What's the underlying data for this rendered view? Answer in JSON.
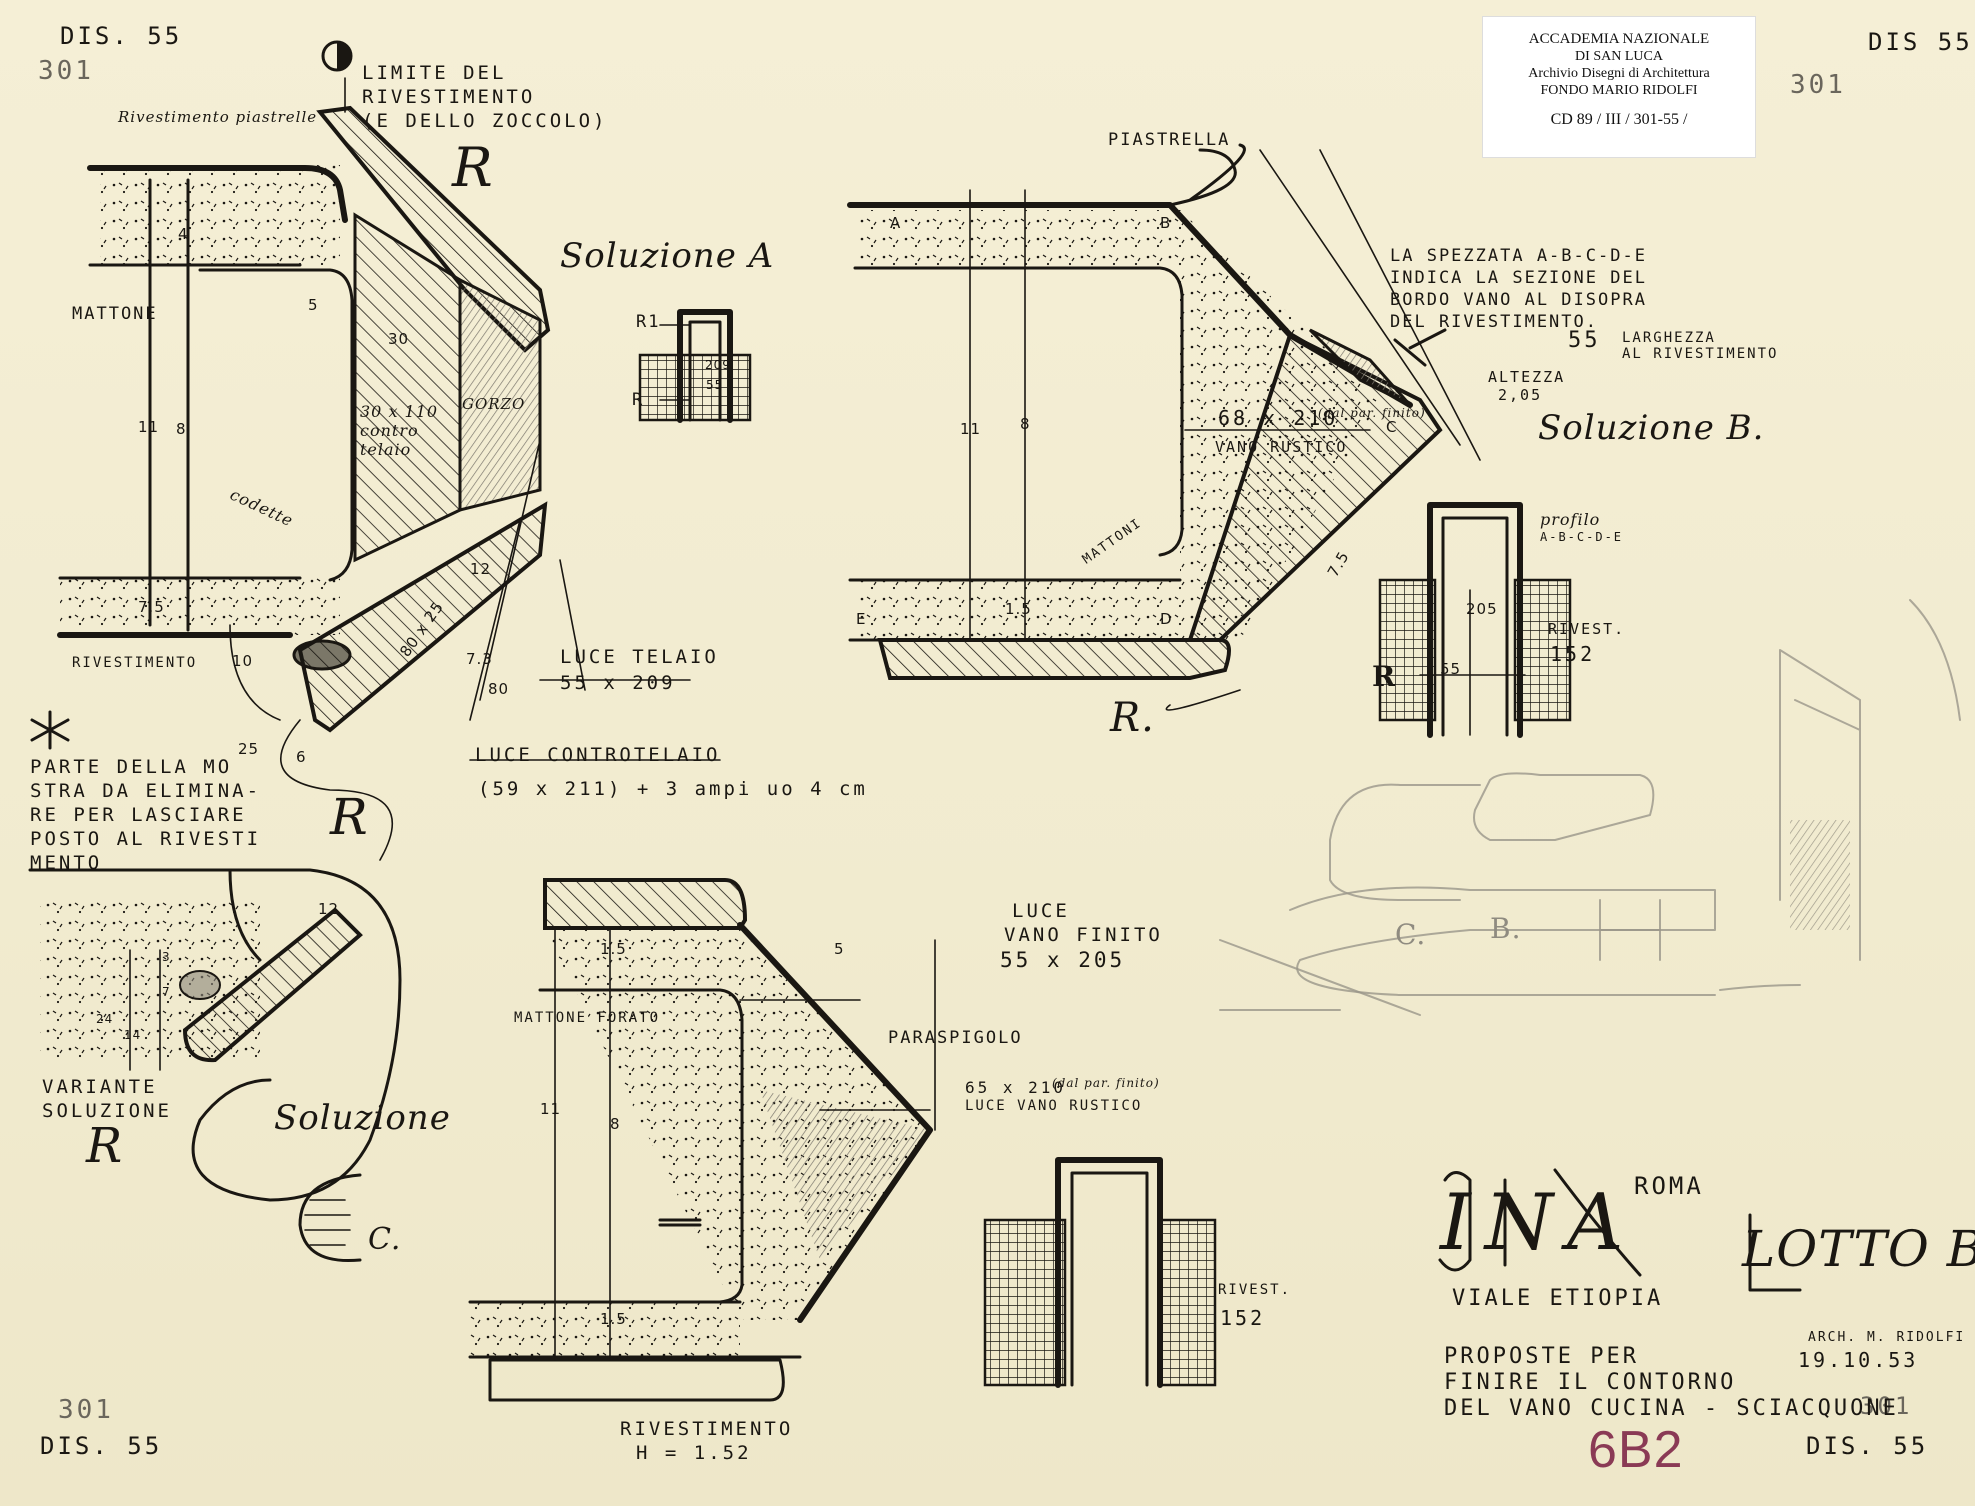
{
  "stamp": {
    "line1": "ACCADEMIA NAZIONALE",
    "line2": "DI SAN LUCA",
    "line3": "Archivio Disegni di Architettura",
    "line4": "FONDO MARIO RIDOLFI",
    "catalog": "CD 89 / III / 301-55 /"
  },
  "sheet_refs": {
    "top_left_dis": "DIS. 55",
    "top_left_num": "301",
    "top_right_num": "301",
    "top_right_dis": "DIS 55",
    "bottom_left_num": "301",
    "bottom_left_dis": "DIS. 55",
    "bottom_right_num": "301",
    "bottom_right_dis": "DIS. 55",
    "archive_code": "6B2"
  },
  "solution_r": {
    "limite_line1": "LIMITE DEL",
    "limite_line2": "RIVESTIMENTO",
    "limite_line3": "(E DELLO ZOCCOLO)",
    "rivestimento_piastrelle": "Rivestimento piastrelle",
    "mattone": "MATTONE",
    "controtelaio": "30 x 110 contro telaio",
    "gorzo": "GORZO",
    "codette": "codette",
    "rivestimento": "RIVESTIMENTO",
    "luce_telaio_label": "LUCE TELAIO",
    "luce_telaio_value": "55 x 209",
    "luce_controtelaio_label": "LUCE CONTROTELAIO",
    "luce_controtelaio_value": "(59 x 211) + 3 ampi uo 4 cm",
    "dim_4": "4",
    "dim_5": "5",
    "dim_30": "30",
    "dim_11": "11",
    "dim_8": "8",
    "dim_75": "7.5",
    "dim_10": "10",
    "dim_25": "25",
    "dim_6": "6",
    "dim_73": "7.3",
    "dim_80": "80",
    "dim_12": "12",
    "dim_80x25": "80 x 25",
    "mark_r": "R"
  },
  "note_eliminare": {
    "line1": "PARTE DELLA MO",
    "line2": "STRA DA ELIMINA-",
    "line3": "RE PER LASCIARE",
    "line4": "POSTO AL RIVESTI",
    "line5": "MENTO"
  },
  "solution_a": {
    "title": "Soluzione A",
    "r1": "R1",
    "r": "R",
    "dim_209": "209",
    "dim_55": "55"
  },
  "solution_b": {
    "title": "Soluzione B.",
    "piastrella": "PIASTRELLA",
    "pt_a": "A",
    "pt_b": "B",
    "pt_c": "C",
    "pt_d": "D",
    "pt_e": "E",
    "note_line1": "LA SPEZZATA A-B-C-D-E",
    "note_line2": "INDICA LA SEZIONE DEL",
    "note_line3": "BORDO VANO AL DISOPRA",
    "note_line4": "DEL RIVESTIMENTO.",
    "larghezza_value": "55",
    "larghezza_label1": "LARGHEZZA",
    "larghezza_label2": "AL RIVESTIMENTO",
    "altezza_line1": "ALTEZZA",
    "altezza_line2": "2,05",
    "vano_size": "68 x 210",
    "vano_note": "(dal par. finito)",
    "vano_rustico": "VANO RUSTICO",
    "mattoni": "MATTONI",
    "profilo_line1": "profilo",
    "profilo_line2": "A-B-C-D-E",
    "riv_label": "RIVEST.",
    "riv_value": "152",
    "dim_205": "205",
    "dim_55": "55",
    "dim_15": "1.5",
    "dim_11": "11",
    "dim_8": "8",
    "dim_75": "7.5",
    "mark_r": "R",
    "mark_r_dot": "R."
  },
  "variante": {
    "line1": "VARIANTE",
    "line2": "SOLUZIONE",
    "mark_r": "R",
    "dim_12": "12",
    "dim_3": "3",
    "dim_7": "7",
    "dim_24": "24",
    "dim_14": "14"
  },
  "solution_c": {
    "title": "Soluzione",
    "mark": "C.",
    "luce_line1": "LUCE",
    "luce_line2": "VANO FINITO",
    "luce_value": "55 x 205",
    "dim_5": "5",
    "mattone_forato": "MATTONE FORATO",
    "paraspigolo": "PARASPIGOLO",
    "vano_size": "65 x 210",
    "vano_note": "(dal par. finito)",
    "luce_vano_rustico": "LUCE VANO RUSTICO",
    "rivestimento_line1": "RIVESTIMENTO",
    "rivestimento_line2": "H = 1.52",
    "riv_label": "RIVEST.",
    "riv_value": "152",
    "dim_15": "1.5",
    "dim_11": "11",
    "dim_8": "8"
  },
  "pencil_sketch": {
    "label_c": "C.",
    "label_b": "B."
  },
  "title_block": {
    "ina": "INA",
    "roma": "ROMA",
    "lotto": "LOTTO B.",
    "street": "VIALE ETIOPIA",
    "proposal_line1": "PROPOSTE PER",
    "proposal_line2": "FINIRE IL CONTORNO",
    "proposal_line3": "DEL VANO CUCINA - SCIACQUONE",
    "architect": "ARCH. M. RIDOLFI",
    "date": "19.10.53"
  }
}
